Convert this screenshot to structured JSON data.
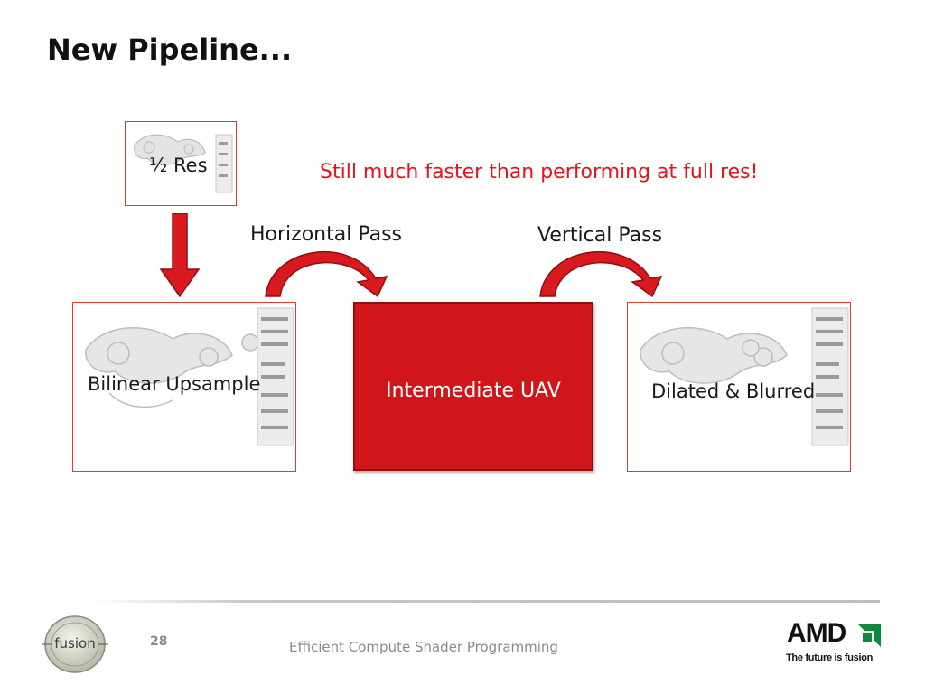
{
  "slide": {
    "title": "New Pipeline...",
    "note": "Still much faster than performing at full res!",
    "page_number": "28",
    "footer_text": "Efficient Compute Shader Programming"
  },
  "diagram": {
    "half_res_label": "½ Res",
    "upsample_label": "Bilinear Upsample",
    "uav_label": "Intermediate UAV",
    "output_label": "Dilated & Blurred",
    "horizontal_pass_label": "Horizontal Pass",
    "vertical_pass_label": "Vertical Pass"
  },
  "branding": {
    "fusion_logo_text": "fusion",
    "amd_logo_text": "AMD",
    "amd_tagline": "The future is fusion"
  },
  "colors": {
    "accent_red": "#d0161a",
    "note_red": "#e4131c",
    "footer_gray": "#8a8a8a"
  }
}
